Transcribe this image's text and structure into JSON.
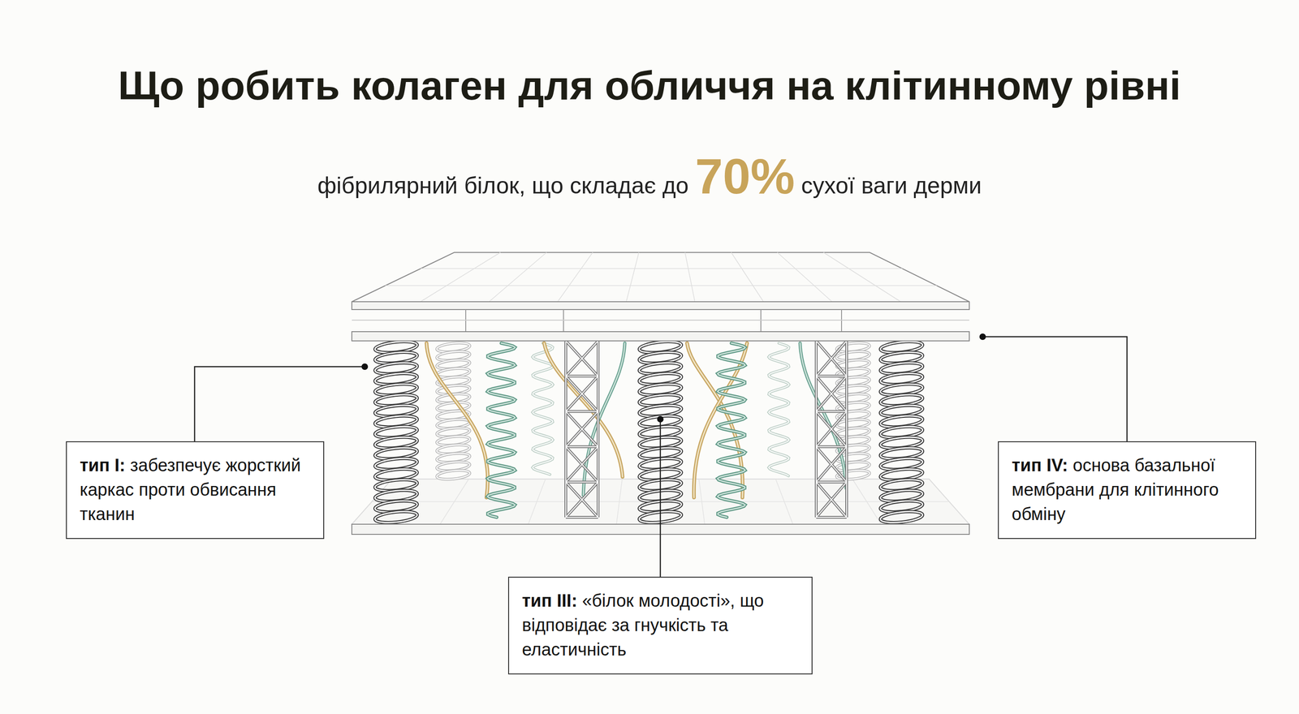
{
  "diagram": {
    "title": "Що робить колаген для обличчя на клітинному рівні",
    "nodes": [
      {
        "text": [
          "тип I:",
          "забезпечує жорсткий каркас проти обвисання тканин"
        ]
      },
      {
        "text": [
          "тип IV:",
          "основа базальної мембрани для клітинного обміну"
        ]
      },
      {
        "text": [
          "тип III:",
          "«білок молодості», що відповідає за гнучкість та еластичність"
        ]
      }
    ],
    "labels": [
      "фібрилярний білок, що складає до",
      "70%",
      "сухої ваги дерми"
    ]
  }
}
